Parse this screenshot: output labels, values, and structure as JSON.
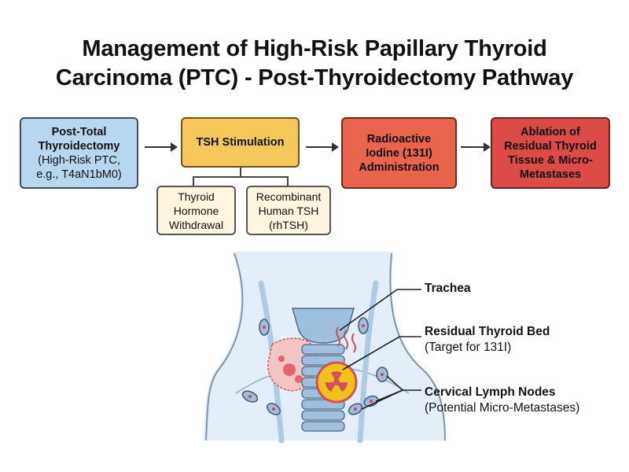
{
  "title": {
    "line1": "Management of High-Risk Papillary Thyroid",
    "line2": "Carcinoma (PTC) - Post-Thyroidectomy Pathway"
  },
  "flow": {
    "step1": {
      "line1": "Post-Total",
      "line2": "Thyroidectomy",
      "line3": "(High-Risk PTC,",
      "line4": "e.g., T4aN1bM0)",
      "color": "#b9d6ef"
    },
    "step2": {
      "label": "TSH Stimulation",
      "color": "#f6c85b"
    },
    "step3": {
      "line1": "Radioactive",
      "line2": "Iodine (131I)",
      "line3": "Administration",
      "color": "#e8654c"
    },
    "step4": {
      "line1": "Ablation of",
      "line2": "Residual Thyroid",
      "line3": "Tissue & Micro-",
      "line4": "Metastases",
      "color": "#dc4b45"
    },
    "option_a": {
      "line1": "Thyroid",
      "line2": "Hormone",
      "line3": "Withdrawal"
    },
    "option_b": {
      "line1": "Recombinant",
      "line2": "Human TSH",
      "line3": "(rhTSH)"
    }
  },
  "anatomy": {
    "trachea": {
      "label": "Trachea"
    },
    "thyroid_bed": {
      "label": "Residual Thyroid Bed",
      "sublabel": "(Target for 131I)"
    },
    "lymph_nodes": {
      "label": "Cervical Lymph Nodes",
      "sublabel": "(Potential Micro-Metastases)"
    },
    "radiation_icon": "radiation-trefoil-icon",
    "colors": {
      "skin": "#e4eef8",
      "trachea": "#9ec0de",
      "tissue": "#f2c4c4",
      "node": "#9fbcd8",
      "radiation": "#f2c21b"
    }
  }
}
